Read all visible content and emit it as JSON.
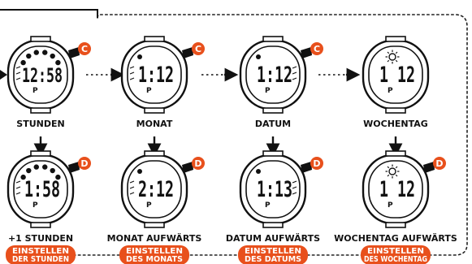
{
  "watches": [
    {
      "id": "stunden",
      "digits": "12:58",
      "label": "STUNDEN",
      "button": "C",
      "indicator_row": true,
      "sun_icon": false,
      "blink_segment": "left",
      "pill": ""
    },
    {
      "id": "monat",
      "digits": "1:12",
      "label": "MONAT",
      "button": "C",
      "indicator_row": false,
      "sun_icon": false,
      "blink_segment": "left",
      "pill": ""
    },
    {
      "id": "datum",
      "digits": "1:12",
      "label": "DATUM",
      "button": "C",
      "indicator_row": false,
      "sun_icon": false,
      "blink_segment": "right",
      "pill": ""
    },
    {
      "id": "wochentag",
      "digits": "1 12",
      "label": "WOCHENTAG",
      "button": "",
      "indicator_row": false,
      "sun_icon": true,
      "blink_segment": "none",
      "pill": ""
    },
    {
      "id": "stunden-up",
      "digits": "1:58",
      "label": "+1 STUNDEN",
      "button": "D",
      "indicator_row": true,
      "sun_icon": false,
      "blink_segment": "left",
      "pill": "EINSTELLEN\nDER STUNDEN"
    },
    {
      "id": "monat-up",
      "digits": "2:12",
      "label": "MONAT AUFWÄRTS",
      "button": "D",
      "indicator_row": false,
      "sun_icon": false,
      "blink_segment": "left",
      "pill": "EINSTELLEN\nDES MONATS"
    },
    {
      "id": "datum-up",
      "digits": "1:13",
      "label": "DATUM AUFWÄRTS",
      "button": "D",
      "indicator_row": false,
      "sun_icon": false,
      "blink_segment": "right",
      "pill": "EINSTELLEN\nDES DATUMS"
    },
    {
      "id": "wochentag-up",
      "digits": "1 12",
      "label": "WOCHENTAG AUFWÄRTS",
      "button": "D",
      "indicator_row": false,
      "sun_icon": true,
      "blink_segment": "none",
      "pill": "EINSTELLEN\nDES WOCHENTAG"
    }
  ],
  "p_marker": "P",
  "colors": {
    "accent": "#e8501c",
    "ink": "#111111",
    "dots": "#222222"
  }
}
